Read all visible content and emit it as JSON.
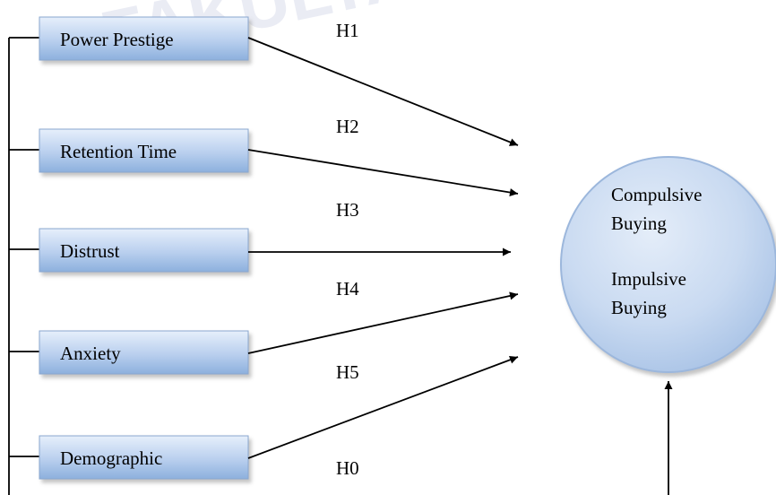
{
  "watermark": "FAKULTAS EKONOMI DAN BISNIS",
  "boxes": [
    {
      "id": "power",
      "label": "Power Prestige"
    },
    {
      "id": "retention",
      "label": "Retention Time"
    },
    {
      "id": "distrust",
      "label": "Distrust"
    },
    {
      "id": "anxiety",
      "label": "Anxiety"
    },
    {
      "id": "demographic",
      "label": "Demographic"
    }
  ],
  "hypotheses": [
    "H1",
    "H2",
    "H3",
    "H4",
    "H5",
    "H0"
  ],
  "outcome": {
    "line1": "Compulsive",
    "line2": "Buying",
    "line3": "Impulsive",
    "line4": "Buying"
  },
  "colors": {
    "box_top": "#e4eefb",
    "box_bottom": "#8fb2de",
    "circle_light": "#dfe9f7",
    "circle_dark": "#a9c3e6",
    "circle_stroke": "#9cb7dc"
  }
}
